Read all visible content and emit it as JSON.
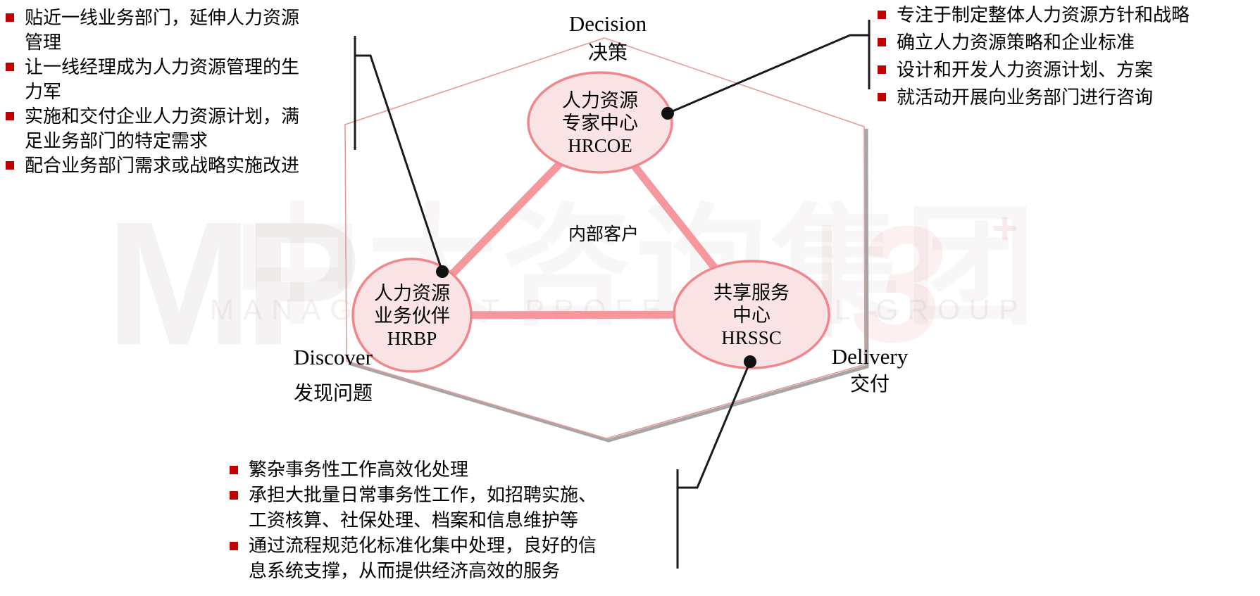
{
  "labels": {
    "decision_en": "Decision",
    "decision_zh": "决策",
    "discover_en": "Discover",
    "discover_zh": "发现问题",
    "delivery_en": "Delivery",
    "delivery_zh": "交付",
    "internal_customer": "内部客户"
  },
  "nodes": {
    "hrcoe": {
      "lines": [
        "人力资源",
        "专家中心",
        "HRCOE"
      ]
    },
    "hrbp": {
      "lines": [
        "人力资源",
        "业务伙伴",
        "HRBP"
      ]
    },
    "hrssc": {
      "lines": [
        "共享服务",
        "中心",
        "HRSSC"
      ]
    }
  },
  "lists": {
    "hrbp_notes": {
      "items": [
        "贴近一线业务部门，延伸人力资源\n管理",
        "让一线经理成为人力资源管理的生\n力军",
        "实施和交付企业人力资源计划，满\n足业务部门的特定需求",
        "配合业务部门需求或战略实施改进"
      ]
    },
    "hrcoe_notes": {
      "items": [
        "专注于制定整体人力资源方针和战略",
        "确立人力资源策略和企业标准",
        "设计和开发人力资源计划、方案",
        "就活动开展向业务部门进行咨询"
      ]
    },
    "hrssc_notes": {
      "items": [
        "繁杂事务性工作高效化处理",
        "承担大批量日常事务性工作，如招聘实施、\n工资核算、社保处理、档案和信息维护等",
        "通过流程规范化标准化集中处理，良好的信\n息系统支撑，从而提供经济高效的服务"
      ]
    }
  },
  "watermark": {
    "mp": "MP",
    "cn": "中大咨询集团",
    "divider": "|",
    "mark": "3",
    "plus": "+",
    "en": "MANAGEMENT PROFESSIONAL GROUP"
  },
  "colors": {
    "bullet_red": "#C00000",
    "ellipse_fill": "#FAE3E5",
    "ellipse_border": "#EF878C",
    "triangle_pink": "#F5989D",
    "hexagon_pink": "#E69B9D",
    "hexagon_gray": "#A6A6A6",
    "callout_black": "#1B1B1B"
  }
}
